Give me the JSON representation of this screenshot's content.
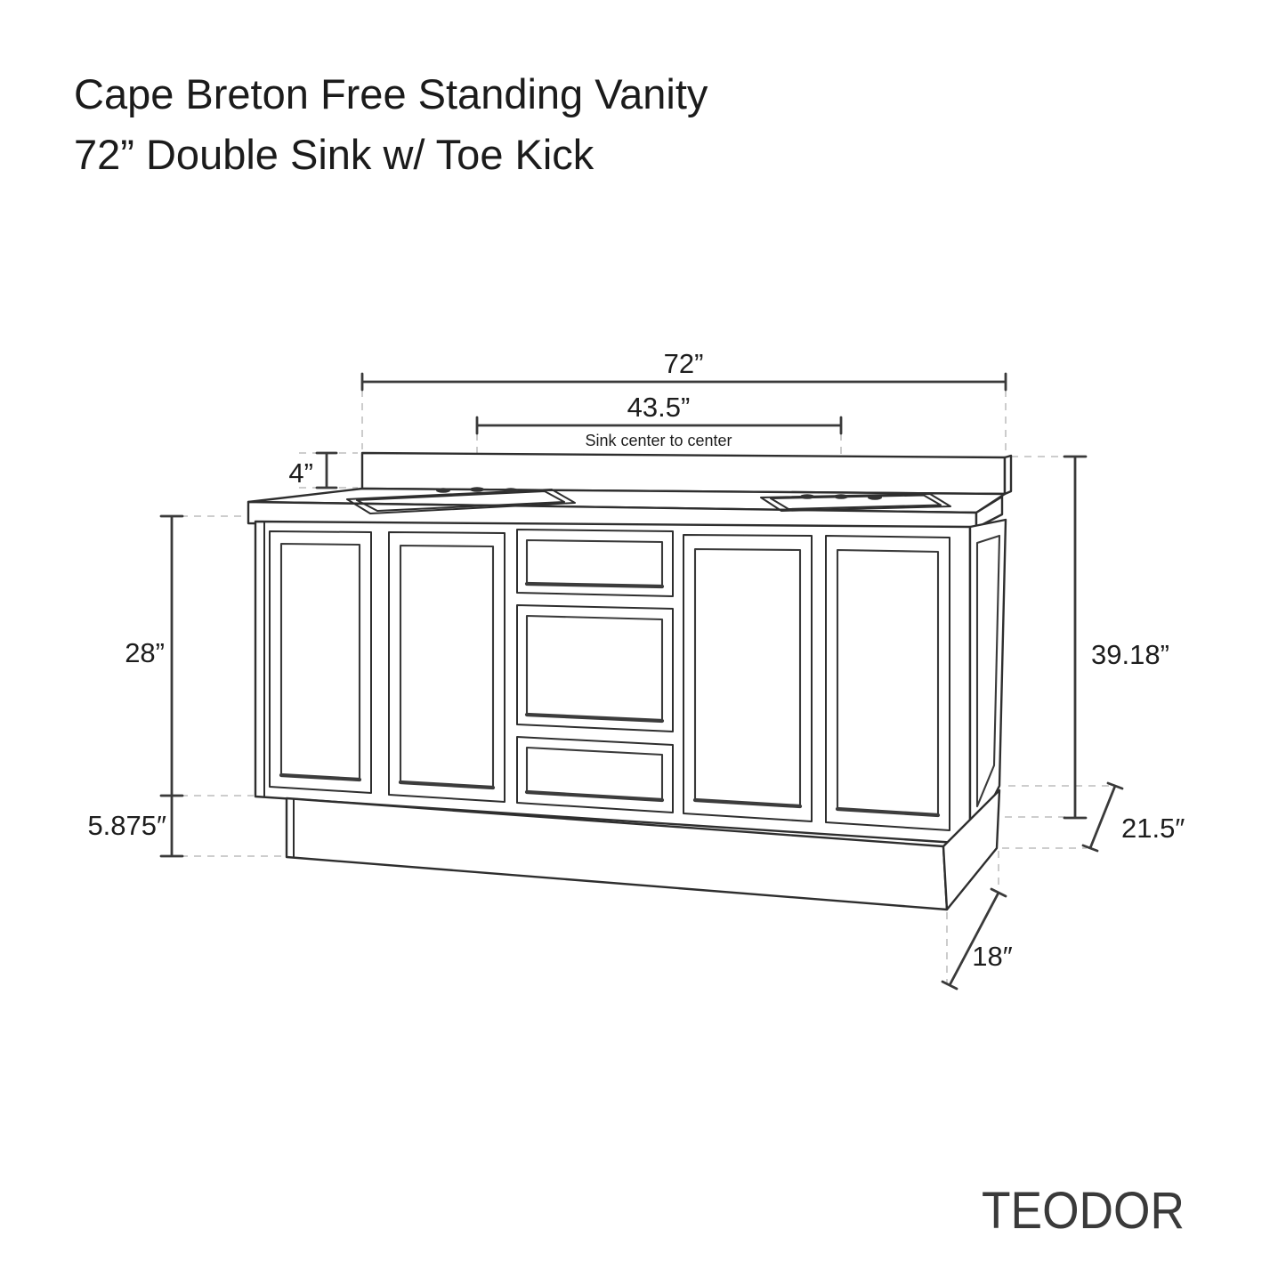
{
  "title": {
    "line1": "Cape Breton Free Standing Vanity",
    "line2": "72” Double Sink w/ Toe Kick"
  },
  "dimensions": {
    "overall_width": {
      "value": "72”"
    },
    "sink_center": {
      "value": "43.5”",
      "note": "Sink center to center"
    },
    "backsplash_height": {
      "value": "4”"
    },
    "cabinet_height": {
      "value": "28”"
    },
    "toe_kick_height": {
      "value": "5.875″"
    },
    "overall_height": {
      "value": "39.18”"
    },
    "overall_depth": {
      "value": "21.5″"
    },
    "toe_kick_depth": {
      "value": "18″"
    }
  },
  "brand": "TEODOR",
  "colors": {
    "background": "#ffffff",
    "drawing_line": "#2e2e2e",
    "dimension_line": "#3a3a3a",
    "extension_line": "#c6c6c6",
    "text": "#1d1d1d"
  }
}
